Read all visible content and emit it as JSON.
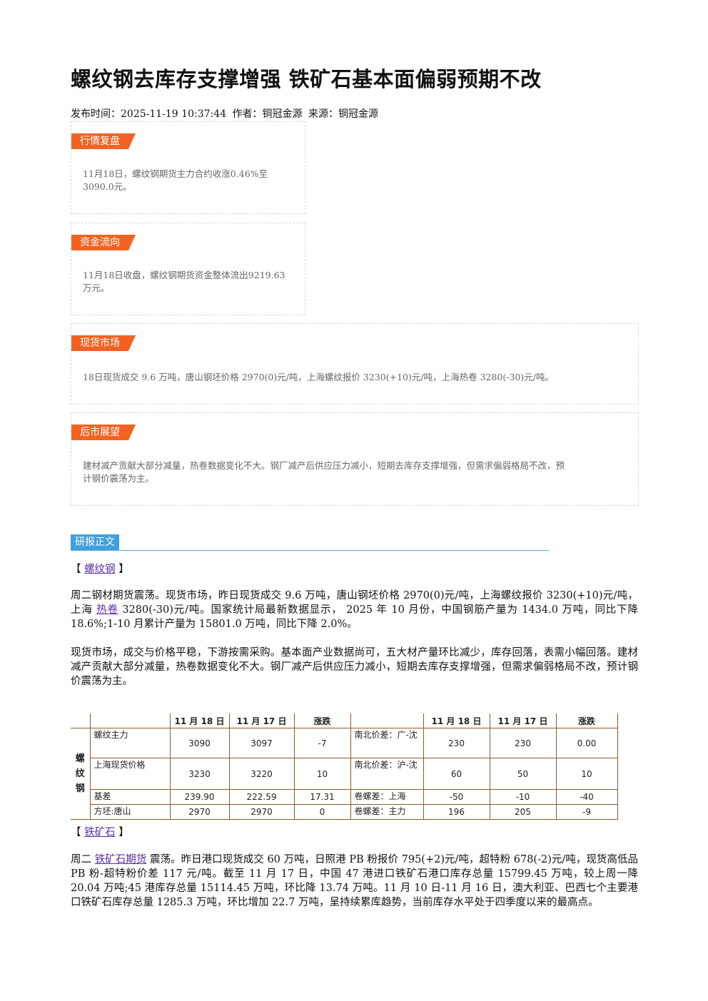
{
  "title": "螺纹钢去库存支撑增强 铁矿石基本面偏弱预期不改",
  "meta": {
    "published": "发布时间：2025-11-19 10:37:44",
    "author": "作者：铜冠金源",
    "source": "来源：铜冠金源"
  },
  "boxes": {
    "market_review": {
      "tag": "行情复盘",
      "line1": "11月18日，螺纹钢期货主力合约收涨0.46%至",
      "line2": "3090.0元。"
    },
    "capital_flow": {
      "tag": "资金流向",
      "line1": "11月18日收盘，螺纹钢期货资金整体流出9219.63",
      "line2": "万元。"
    },
    "spot_market": {
      "tag": "现货市场",
      "text": "18日现货成交 9.6 万吨，唐山钢坯价格 2970(0)元/吨，上海螺纹报价 3230(+10)元/吨，上海热卷 3280(-30)元/吨。"
    },
    "outlook": {
      "tag": "后市展望",
      "line1": "建材减产贡献大部分减量，热卷数据变化不大。钢厂减产后供应压力减小，短期去库存支撑增强，但需求偏弱格局不改，预",
      "line2": "计钢价震荡为主。"
    }
  },
  "report": {
    "tag": "研报正文",
    "rebar": {
      "bracket_open": "【",
      "name": "螺纹钢",
      "bracket_close": "】",
      "p1_a": "周二钢材期货震荡。现货市场，昨日现货成交 9.6 万吨，唐山钢坯价格 2970(0)元/吨，上海螺纹报价 3230(+10)元/吨，上海 ",
      "p1_link": "热卷",
      "p1_b": " 3280(-30)元/吨。国家统计局最新数据显示， 2025 年 10 月份，中国钢筋产量为 1434.0 万吨，同比下降 18.6%;1-10 月累计产量为 15801.0 万吨，同比下降 2.0%。",
      "p2": "现货市场，成交与价格平稳，下游按需采购。基本面产业数据尚可，五大材产量环比减少，库存回落，表需小幅回落。建材减产贡献大部分减量，热卷数据变化不大。钢厂减产后供应压力减小，短期去库存支撑增强，但需求偏弱格局不改，预计钢价震荡为主。"
    },
    "table": {
      "side_label": [
        "螺",
        "纹",
        "钢"
      ],
      "headers": [
        "11 月 18 日",
        "11 月 17 日",
        "涨跌",
        "11 月 18 日",
        "11 月 17 日",
        "涨跌"
      ],
      "rows": [
        {
          "label": "螺纹主力",
          "v1": "3090",
          "v2": "3097",
          "chg": "-7",
          "label2": "南北价差：广-沈",
          "w1": "230",
          "w2": "230",
          "chg2": "0.00"
        },
        {
          "label": "上海现货价格",
          "v1": "3230",
          "v2": "3220",
          "chg": "10",
          "label2": "南北价差：沪-沈",
          "w1": "60",
          "w2": "50",
          "chg2": "10"
        },
        {
          "label": "基差",
          "v1": "239.90",
          "v2": "222.59",
          "chg": "17.31",
          "label2": "卷螺差：上海",
          "w1": "-50",
          "w2": "-10",
          "chg2": "-40"
        },
        {
          "label": "方坯:唐山",
          "v1": "2970",
          "v2": "2970",
          "chg": "0",
          "label2": "卷螺差：主力",
          "w1": "196",
          "w2": "205",
          "chg2": "-9"
        }
      ]
    },
    "iron_ore": {
      "bracket_open": "【",
      "name": "铁矿石",
      "bracket_close": "】",
      "p1_a": "周二 ",
      "p1_link": "铁矿石期货",
      "p1_b": " 震荡。昨日港口现货成交 60 万吨，日照港 PB 粉报价 795(+2)元/吨，超特粉 678(-2)元/吨，现货高低品 PB 粉-超特粉价差 117 元/吨。截至 11 月 17 日，中国 47 港进口铁矿石港口库存总量 15799.45 万吨，较上周一降 20.04 万吨;45 港库存总量 15114.45 万吨，环比降 13.74 万吨。11 月 10 日-11 月 16 日，澳大利亚、巴西七个主要港口铁矿石库存总量 1285.3 万吨，环比增加 22.7 万吨，呈持续累库趋势，当前库存水平处于四季度以来的最高点。"
    }
  },
  "colors": {
    "tag_orange": "#f26322",
    "report_blue": "#3fa0dc",
    "table_border": "#8b5a2b",
    "link_purple": "#5a2ea6"
  }
}
